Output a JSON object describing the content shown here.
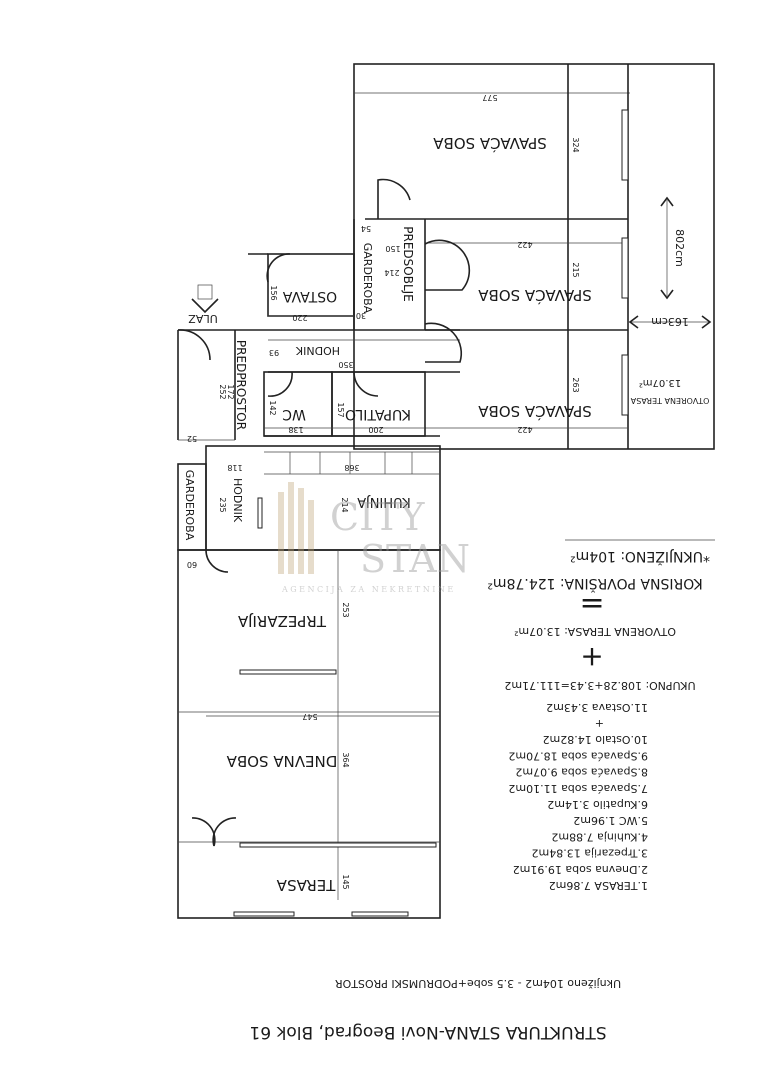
{
  "title": "STRUKTURA STANA-Novi Beograd, Blok 61",
  "subtitle": "Uknjiženo 104m2 - 3.5 sobe+PODRUMSKI PROSTOR",
  "entrance_label": "ULAZ",
  "rooms": {
    "spavaca_1": "SPAVAĆA SOBA",
    "spavaca_2": "SPAVAĆA SOBA",
    "spavaca_3": "SPAVAĆA SOBA",
    "predsoblje": "PREDSOBLJE",
    "garderoba_1": "GARDEROBA",
    "ostava": "OSTAVA",
    "hodnik_1": "HODNIK",
    "predprostor": "PREDPROSTOR",
    "wc": "WC",
    "kupatilo": "KUPATILO",
    "garderoba_2": "GARDEROBA",
    "hodnik_2": "HODNIK",
    "kuhinja": "KUHINJA",
    "trpezarija": "TRPEZARIJA",
    "dnevna": "DNEVNA SOBA",
    "terasa": "TERASA",
    "otvorena_terasa": "OTVORENA TERASA"
  },
  "dimensions": {
    "d577": "577",
    "d324": "324",
    "d54": "54",
    "d150": "150",
    "d214": "214",
    "d422a": "422",
    "d215": "215",
    "d156": "156",
    "d220": "220",
    "d30": "30",
    "d93": "93",
    "d350": "350",
    "d263": "263",
    "d252": "252",
    "d172": "172",
    "d142": "142",
    "d157": "157",
    "d138": "138",
    "d200": "200",
    "d422b": "422",
    "d52": "52",
    "d118": "118",
    "d368": "368",
    "d235": "235",
    "d214b": "214",
    "d60": "60",
    "d253": "253",
    "d547": "547",
    "d364": "364",
    "d145": "145",
    "d802": "802cm",
    "d163": "163cm",
    "terasa_area": "13.07m²"
  },
  "area_list": [
    "1.TERASA 7.86m2",
    "2.Dnevna soba 19.91m2",
    "3.Trpezarija 13.84m2",
    "4.Kuhinja 7.88m2",
    "5.WC 1.96m2",
    "6.Kupatilo 3.14m2",
    "7.Spavaća soba 11.10m2",
    "8.Spavaća soba 9.07m2",
    "9.Spavaća soba 18.70m2",
    "10.Ostalo 14.82m2",
    "+",
    "11.Ostava 3.43m2"
  ],
  "total_line": "UKUPNO: 108.28+3.43=111.71m2",
  "plus_sign": "+",
  "open_terrace": "OTVORENA TERASA: 13.07m²",
  "equals_sign": "=",
  "usable_area": "KORISNA POVRŠINA: 124.78m²",
  "registered_area": "*UKNJIŽENO: 104m²",
  "watermark": {
    "name_1": "CITY",
    "name_2": "STAN",
    "tagline": "AGENCIJA ZA NEKRETNINE"
  }
}
